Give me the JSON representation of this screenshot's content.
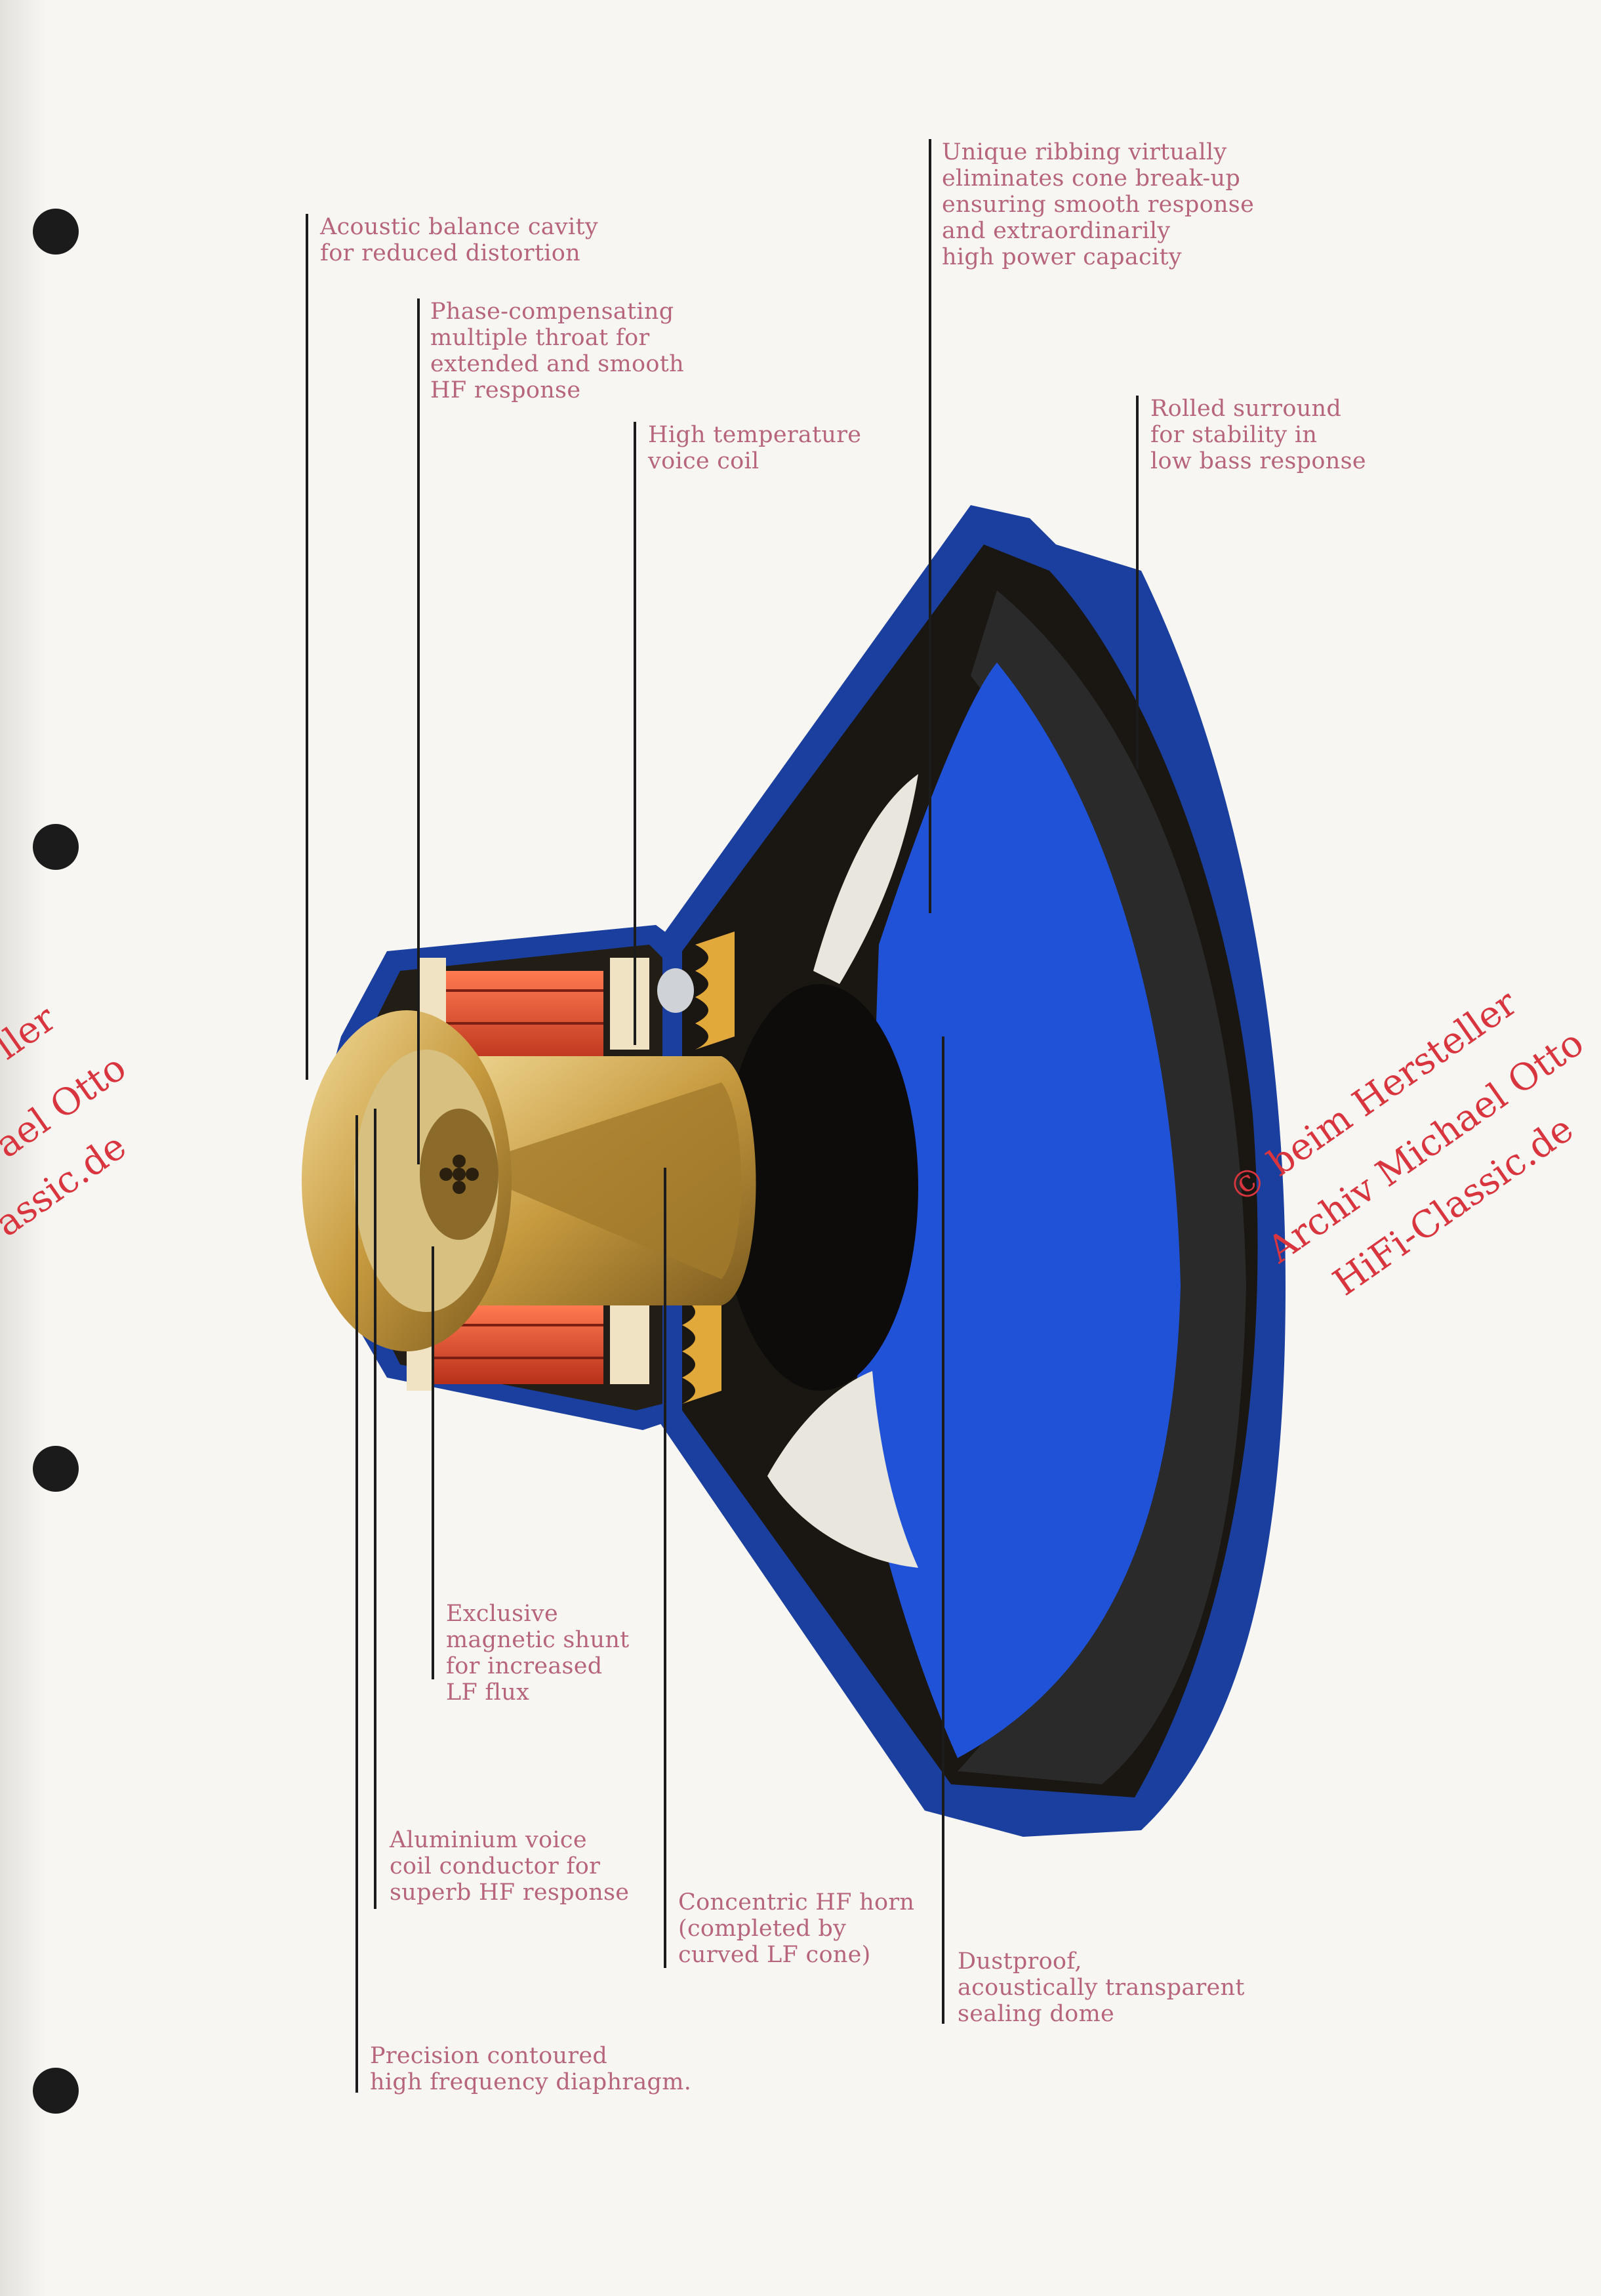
{
  "labels": {
    "balance": "Acoustic balance cavity\nfor reduced distortion",
    "throat": "Phase-compensating\nmultiple throat for\nextended and smooth\nHF response",
    "coil": "High temperature\nvoice coil",
    "ribbing": "Unique ribbing virtually\neliminates cone break-up\nensuring smooth response\nand extraordinarily\nhigh power capacity",
    "surround": "Rolled surround\nfor stability in\nlow bass response",
    "shunt": "Exclusive\nmagnetic shunt\nfor increased\nLF flux",
    "conductor": "Aluminium voice\ncoil conductor for\nsuperb HF response",
    "horn": "Concentric HF horn\n(completed by\ncurved LF cone)",
    "dome": "Dustproof,\nacoustically transparent\nsealing dome",
    "diaphragm": "Precision contoured\nhigh frequency diaphragm."
  },
  "watermark": {
    "line1": "© beim Hersteller",
    "line2": "Archiv Michael Otto",
    "line3": "HiFi-Classic.de",
    "left1": "ller",
    "left2": "ael Otto",
    "left3": "assic.de"
  },
  "colors": {
    "label": "#b7657b",
    "cone_blue": "#1e4fd1",
    "frame_blue": "#1a3f9e",
    "magnet_red": "#d8452c",
    "gold": "#c9a04a",
    "watermark": "#d8353f"
  }
}
